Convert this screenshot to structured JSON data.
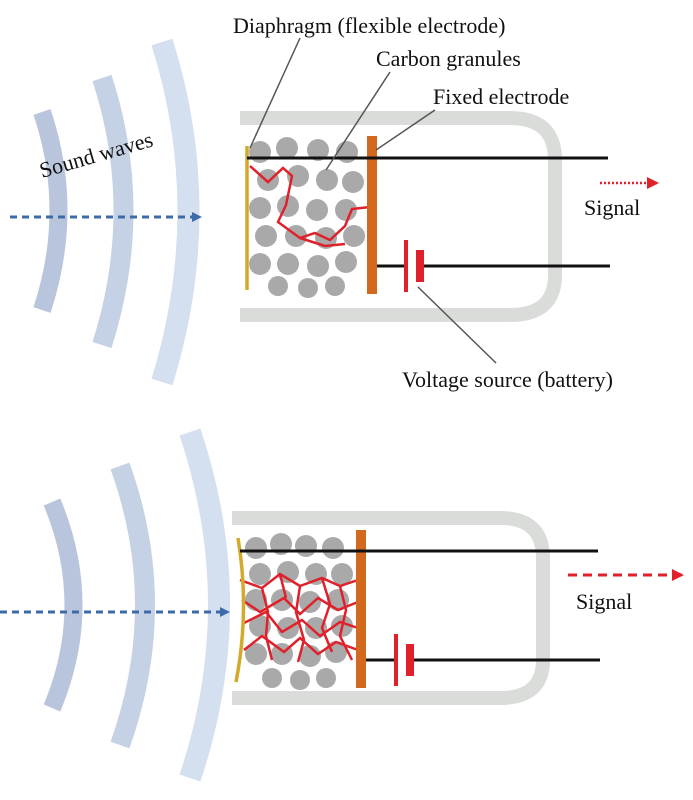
{
  "labels": {
    "diaphragm": "Diaphragm (flexible electrode)",
    "carbon_granules": "Carbon granules",
    "fixed_electrode": "Fixed electrode",
    "sound_waves": "Sound waves",
    "signal_top": "Signal",
    "voltage_source": "Voltage source (battery)",
    "signal_bottom": "Signal"
  },
  "colors": {
    "wave": "#b7c6de",
    "wave_light": "#d8e3f2",
    "arrow": "#3d6aa8",
    "capsule": "#d9dcd9",
    "granule": "#a9a9a9",
    "diaphragm": "#d4a829",
    "fixed_electrode": "#d2691e",
    "current_path": "#e0202a",
    "signal_arrow": "#e0202a",
    "wire": "#111111"
  }
}
